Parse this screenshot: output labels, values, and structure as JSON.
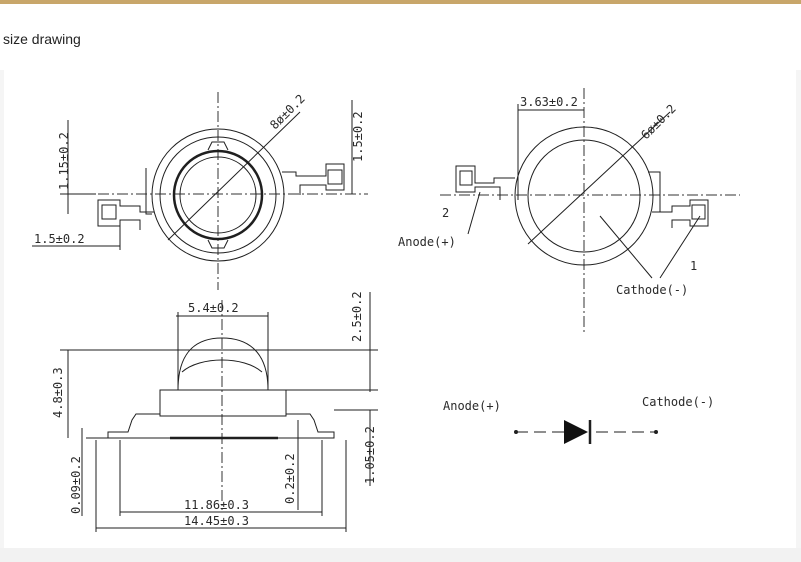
{
  "header": {
    "title": "size drawing"
  },
  "top_view_left": {
    "dim_lens_dia": "8ø±0.2",
    "dim_top_offset": "1.15±0.2",
    "dim_pad_width_right": "1.5±0.2",
    "dim_pad_width_left": "1.5±0.2"
  },
  "top_view_right": {
    "dim_offset": "3.63±0.2",
    "dim_body_dia": "6ø±0.2",
    "pin2_number": "2",
    "anode_label": "Anode(+)",
    "pin1_number": "1",
    "cathode_label": "Cathode(-)"
  },
  "side_view": {
    "dim_lens_width": "5.4±0.2",
    "dim_lens_height": "2.5±0.2",
    "dim_total_height": "4.8±0.3",
    "dim_base_thickness": "0.09±0.2",
    "dim_lead_thickness": "0.2±0.2",
    "dim_body_height": "1.05±0.2",
    "dim_body_width": "11.86±0.3",
    "dim_overall_width": "14.45±0.3"
  },
  "symbol": {
    "anode_label": "Anode(+)",
    "cathode_label": "Cathode(-)"
  }
}
